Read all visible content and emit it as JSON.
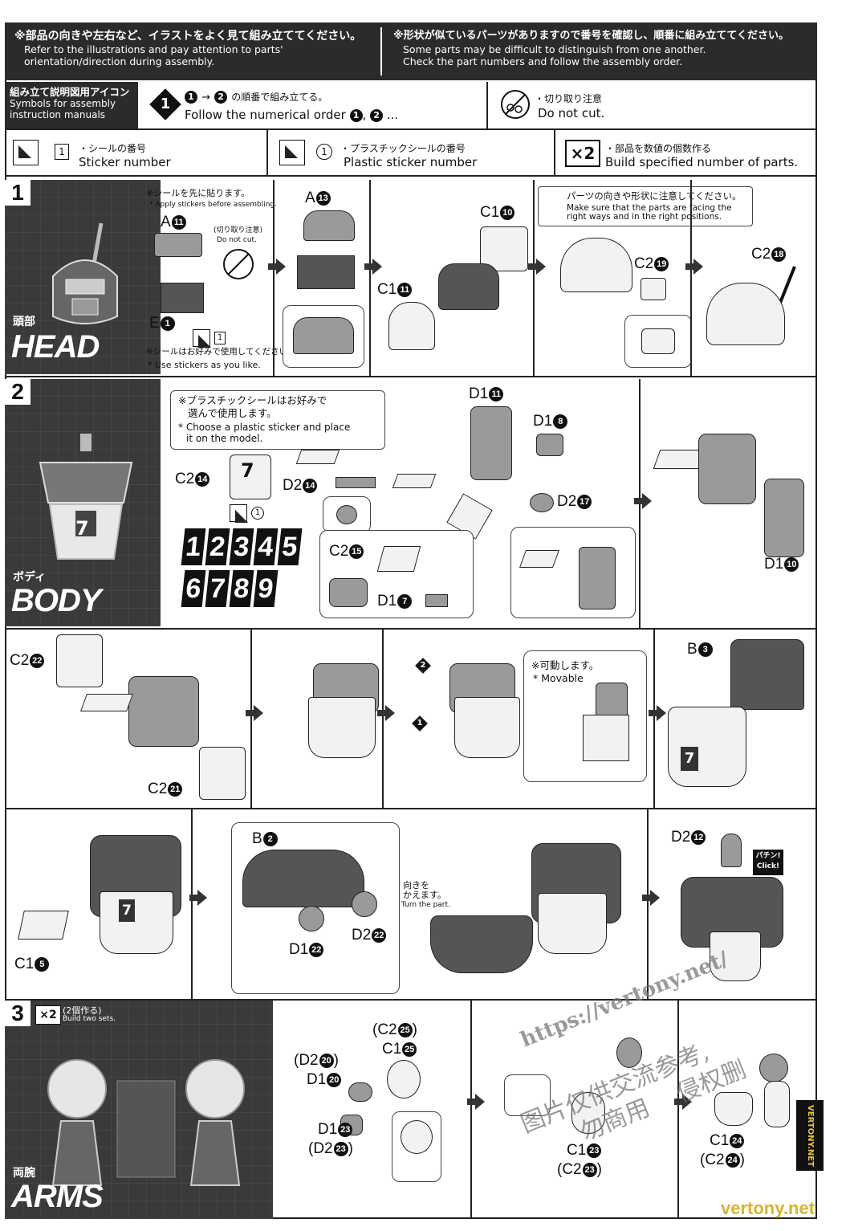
{
  "header": {
    "left_jp": "※部品の向きや左右など、イラストをよく見て組み立ててください。",
    "left_en_1": "Refer to the illustrations and pay attention to parts'",
    "left_en_2": "orientation/direction during assembly.",
    "right_jp": "※形状が似ているパーツがありますので番号を確認し、順番に組み立ててください。",
    "right_en_1": "Some parts may be difficult to distinguish from one another.",
    "right_en_2": "Check the part numbers and follow the assembly order."
  },
  "legend": {
    "title_jp": "組み立て説明図用アイコン",
    "title_en_1": "Symbols for assembly",
    "title_en_2": "instruction manuals",
    "order_icon": "1",
    "order_jp": "の順番で組み立てる。",
    "order_a": "1",
    "order_b": "2",
    "order_en": "Follow the numerical order",
    "order_en_tail": "...",
    "cut_jp": "・切り取り注意",
    "cut_en": "Do not cut.",
    "sticker_box": "1",
    "sticker_jp": "・シールの番号",
    "sticker_en": "Sticker number",
    "plastic_circle": "1",
    "plastic_jp": "・プラスチックシールの番号",
    "plastic_en": "Plastic sticker number",
    "multi_label": "×2",
    "multi_jp": "・部品を数値の個数作る",
    "multi_en": "Build specified number of parts."
  },
  "step1": {
    "num": "1",
    "name_jp": "頭部",
    "name_en": "HEAD",
    "note_jp": "※シールを先に貼ります。",
    "note_en": "* Apply stickers before assembling.",
    "cut_jp": "(切り取り注意)",
    "cut_en": "Do not cut.",
    "like_jp": "※シールはお好みで使用してください。",
    "like_en": "* Use stickers as you like.",
    "sticker_box": "1",
    "warn_jp": "パーツの向きや形状に注意してください。",
    "warn_en_1": "Make sure that the parts are facing the",
    "warn_en_2": "right ways and in the right positions.",
    "parts": [
      {
        "part": "A",
        "no": "11"
      },
      {
        "part": "E",
        "no": "1"
      },
      {
        "part": "A",
        "no": "13"
      },
      {
        "part": "C1",
        "no": "10"
      },
      {
        "part": "C1",
        "no": "11"
      },
      {
        "part": "C2",
        "no": "19"
      },
      {
        "part": "C2",
        "no": "18"
      }
    ]
  },
  "step2": {
    "num": "2",
    "name_jp": "ボディ",
    "name_en": "BODY",
    "note_jp_1": "※プラスチックシールはお好みで",
    "note_jp_2": "選んで使用します。",
    "note_en_1": "* Choose a plastic sticker and place",
    "note_en_2": "it on the model.",
    "plastic_circle": "1",
    "digits": [
      "1",
      "2",
      "3",
      "4",
      "5",
      "6",
      "7",
      "8",
      "9"
    ],
    "chest_number": "7",
    "movable_jp": "※可動します。",
    "movable_en": "* Movable",
    "turn_jp_1": "向きを",
    "turn_jp_2": "かえます。",
    "turn_en": "Turn the part.",
    "click_jp": "パチン!",
    "click_en": "Click!",
    "order_1": "1",
    "order_2": "2",
    "parts": [
      {
        "part": "C2",
        "no": "14"
      },
      {
        "part": "D2",
        "no": "14"
      },
      {
        "part": "D1",
        "no": "11"
      },
      {
        "part": "D1",
        "no": "8"
      },
      {
        "part": "D2",
        "no": "17"
      },
      {
        "part": "C2",
        "no": "15"
      },
      {
        "part": "D1",
        "no": "7"
      },
      {
        "part": "D1",
        "no": "10"
      },
      {
        "part": "C2",
        "no": "22"
      },
      {
        "part": "C2",
        "no": "21"
      },
      {
        "part": "B",
        "no": "3"
      },
      {
        "part": "B",
        "no": "2"
      },
      {
        "part": "D1",
        "no": "22"
      },
      {
        "part": "D2",
        "no": "22"
      },
      {
        "part": "C1",
        "no": "5"
      },
      {
        "part": "D2",
        "no": "12"
      }
    ]
  },
  "step3": {
    "num": "3",
    "name_jp": "両腕",
    "name_en": "ARMS",
    "multi": "×2",
    "multi_jp": "(2個作る)",
    "multi_en": "Build two sets.",
    "labels": {
      "c2_25": "(C2",
      "c1_25": "C1",
      "d2_20": "(D2",
      "d1_20": "D1",
      "d1_23": "D1",
      "d2_23": "(D2",
      "c1_23": "C1",
      "c2_23": "(C2",
      "c1_24": "C1",
      "c2_24": "(C2",
      "close": ")"
    }
  },
  "watermarks": {
    "url": "https://vertony.net/",
    "cjk_1": "图片仅供交流参考,",
    "cjk_2": "勿商用",
    "cjk_3": "侵权删",
    "badge": "VERTONY.NET",
    "site": "vertony.net"
  }
}
